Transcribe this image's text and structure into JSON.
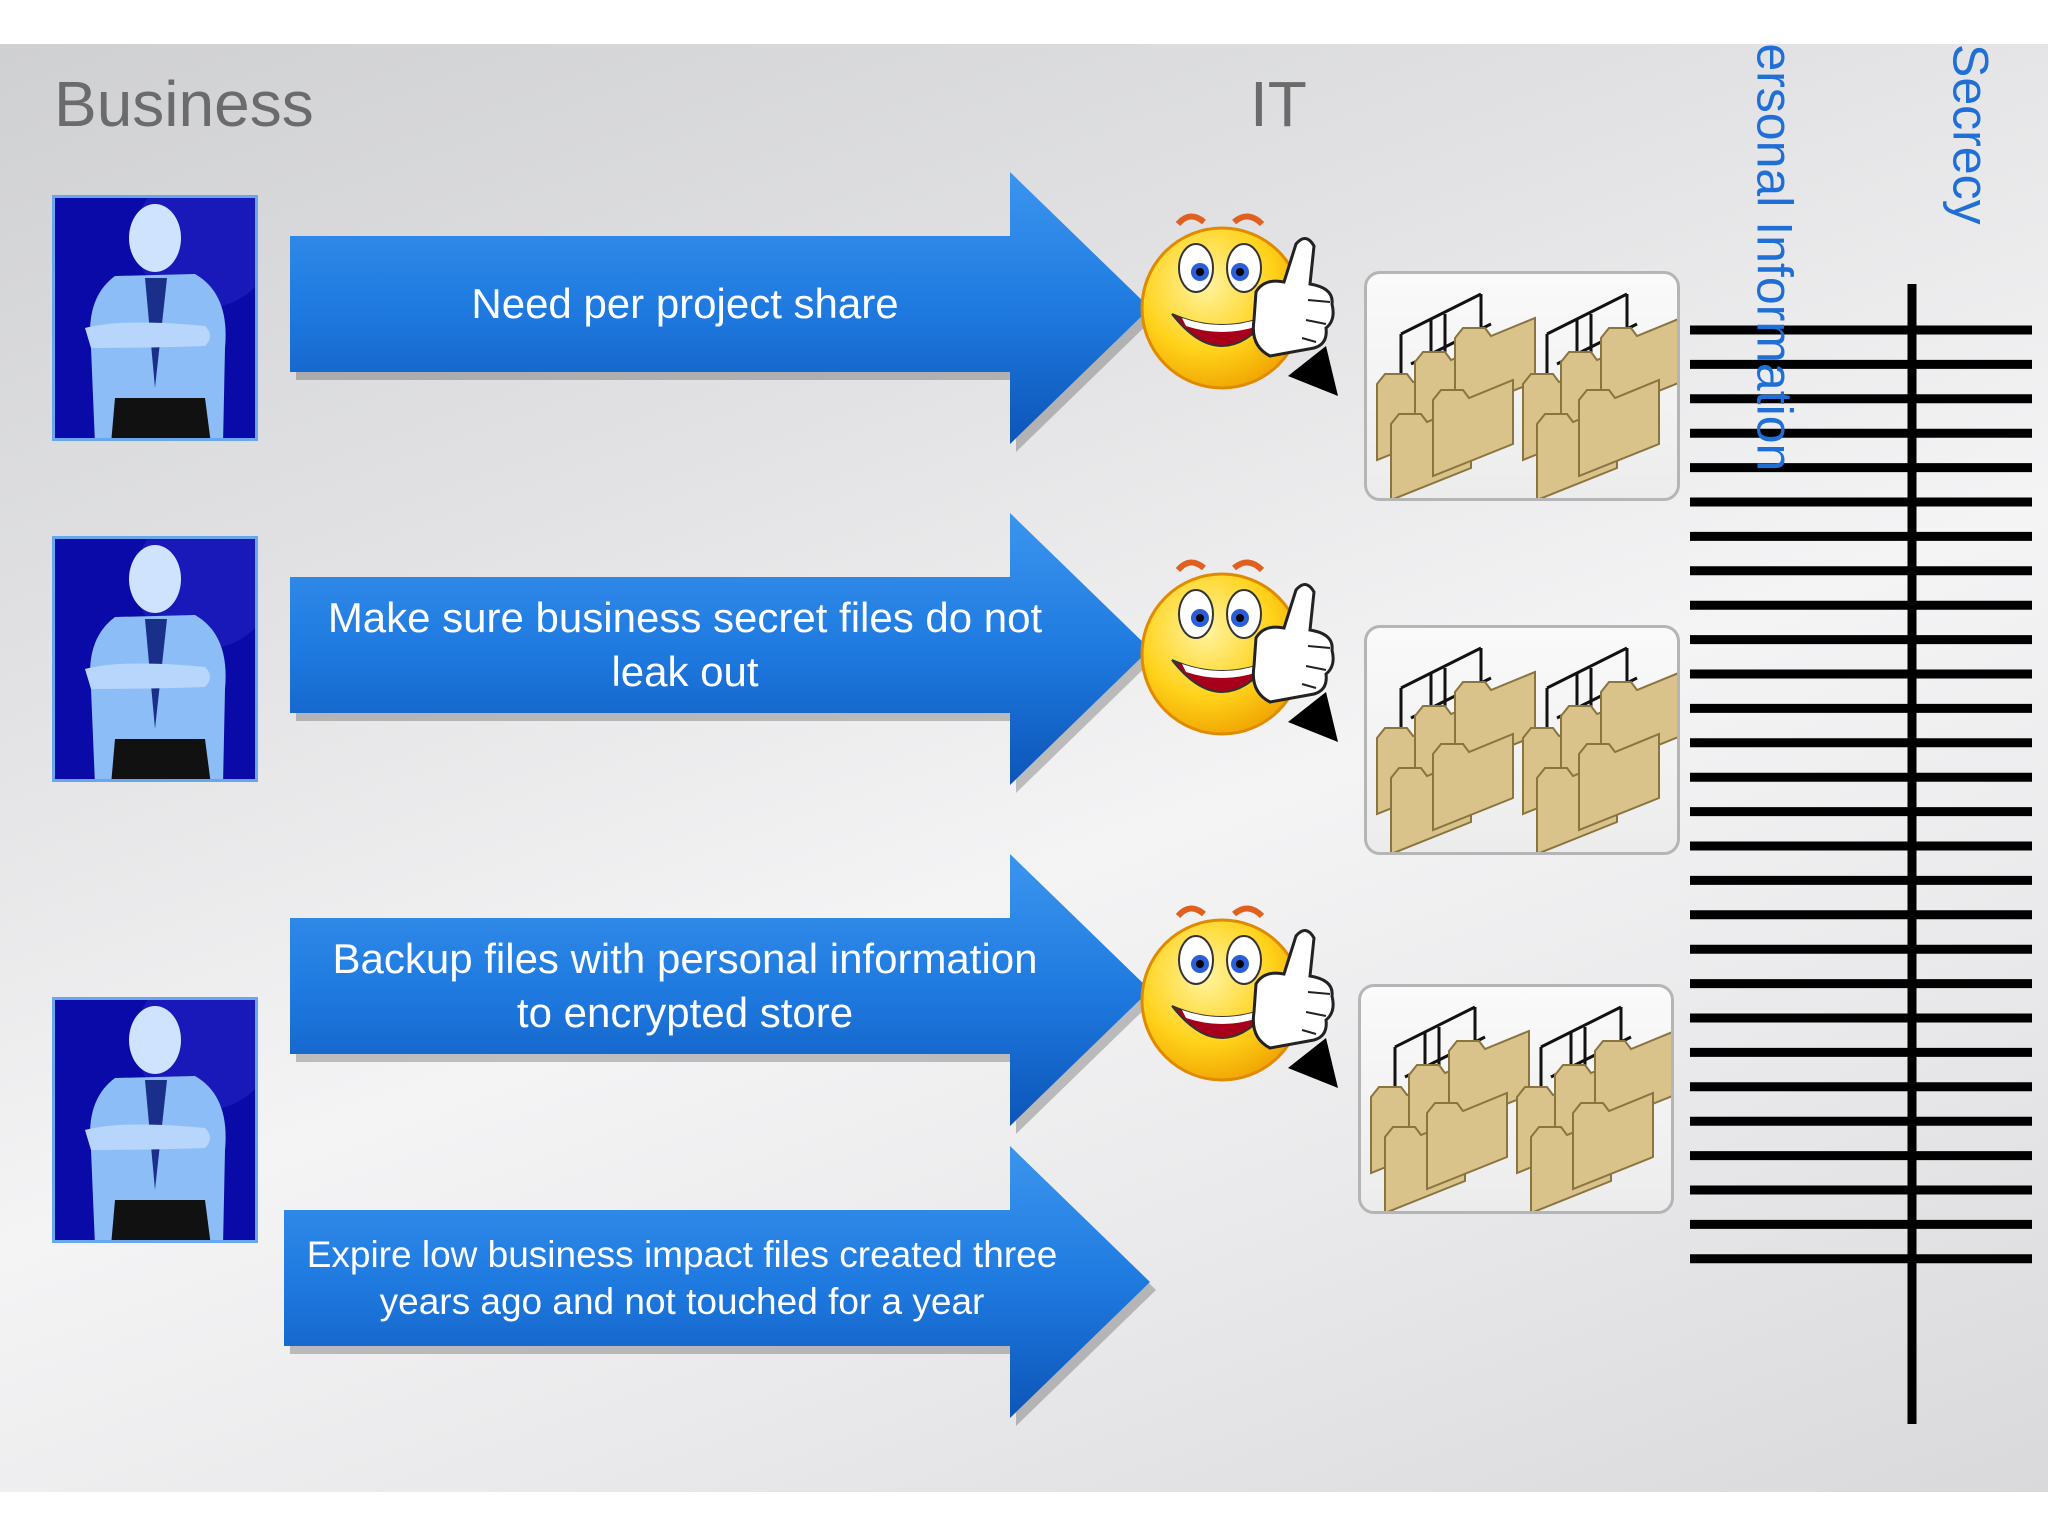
{
  "headings": {
    "business": "Business",
    "it": "IT"
  },
  "rows": [
    {
      "label": "Need per project share"
    },
    {
      "label": "Make sure business secret files do not leak out"
    },
    {
      "label": "Backup files with personal information to encrypted store"
    },
    {
      "label": "Expire low business impact files created three years ago and not touched for a year"
    }
  ],
  "classification": {
    "personal_information": "Personal Information",
    "secrecy": "Secrecy"
  },
  "icons": {
    "person": "businessman-icon",
    "smiley": "thumbs-up-smiley-icon",
    "folders": "folder-tree-icon"
  },
  "colors": {
    "arrow_fill": "#1f7ae0",
    "arrow_dark": "#0c55b8",
    "person_bg": "#0a0aa8",
    "label_blue": "#1f6fd6",
    "heading_gray": "#6b6b6b",
    "folder": "#d9c38a"
  }
}
